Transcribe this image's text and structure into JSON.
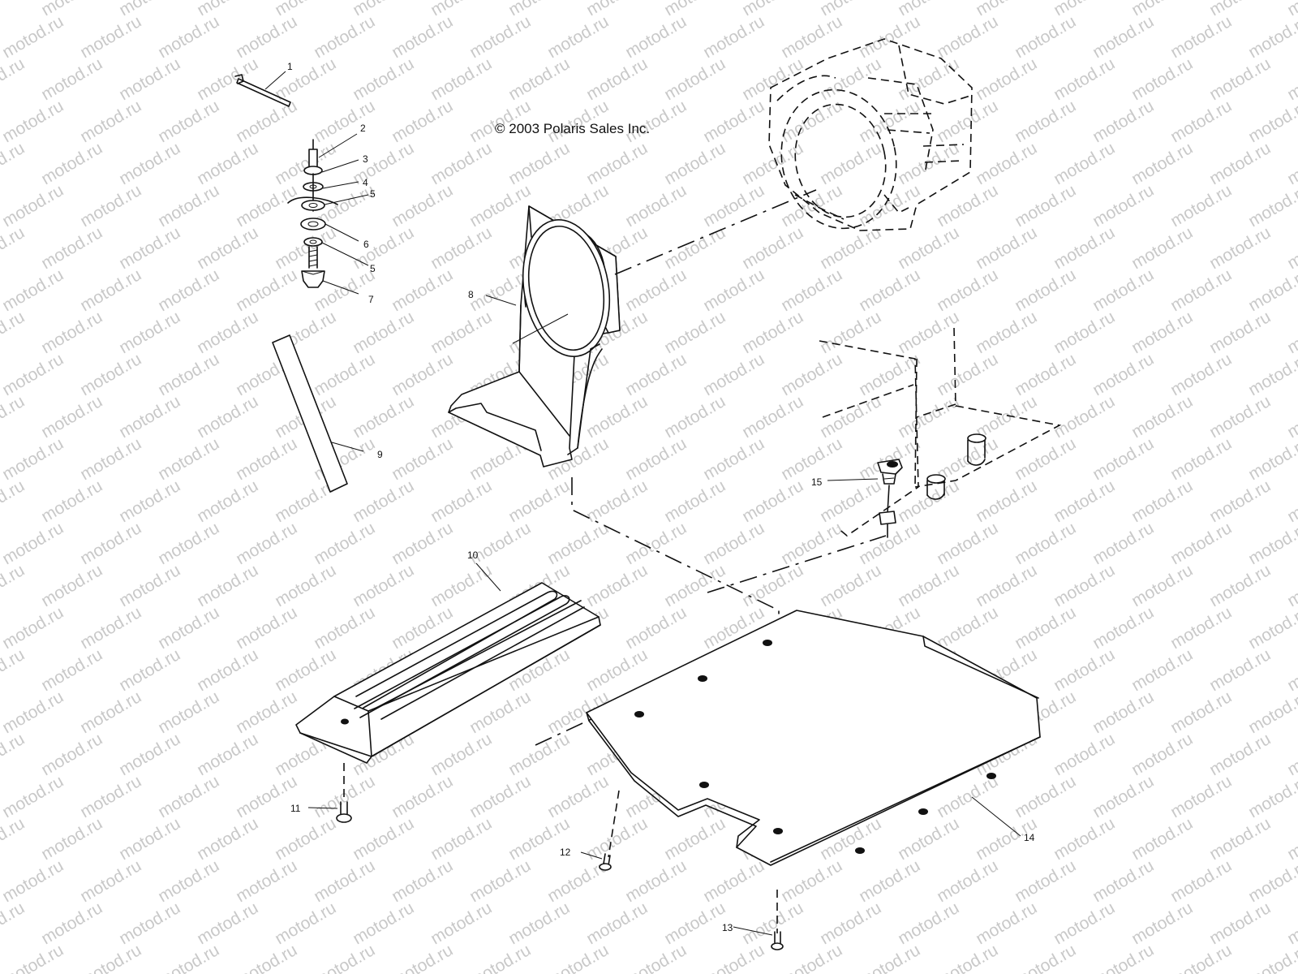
{
  "copyright": "© 2003 Polaris Sales Inc.",
  "watermark": "motod.ru",
  "callouts": [
    "1",
    "2",
    "3",
    "4",
    "5",
    "6",
    "5",
    "7",
    "8",
    "9",
    "10",
    "11",
    "12",
    "13",
    "14",
    "15"
  ]
}
